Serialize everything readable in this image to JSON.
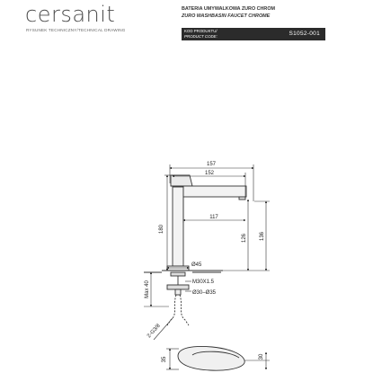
{
  "brand": {
    "logo_text": "cersanit",
    "drawing_label": "RYSUNEK TECHNICZNY/TECHNICAL DRAWING"
  },
  "product": {
    "title_pl": "BATERIA UMYWALKOWA ZURO CHROM",
    "title_en": "ZURO WASHBASIN FAUCET CHROME",
    "code_label_pl": "KOD PRODUKTU/",
    "code_label_en": "PRODUCT CODE:",
    "code_value": "S1052-001"
  },
  "dimensions": {
    "total_width": "157",
    "spout_width": "152",
    "spout_reach": "117",
    "total_height": "180",
    "height_to_outlet": "126",
    "height_right": "136",
    "base_diameter": "Ø45",
    "max_counter": "Max 40",
    "thread": "M30X1.5",
    "hole": "Ø30–Ø35",
    "hose": "2-G3/8",
    "top_depth": "35",
    "top_width": "30"
  }
}
